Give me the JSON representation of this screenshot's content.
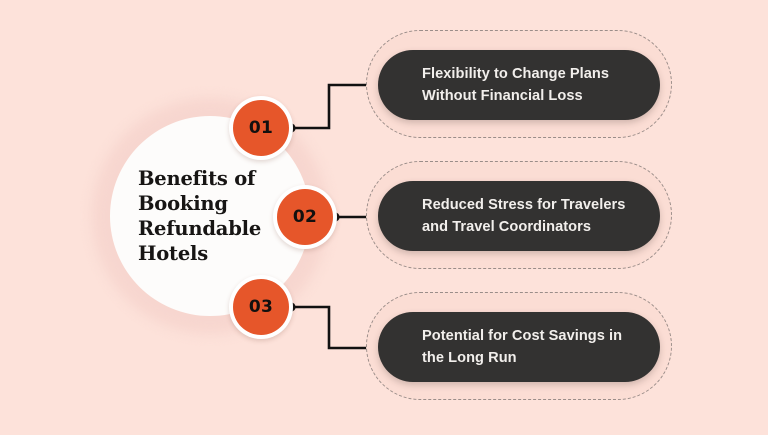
{
  "theme": {
    "background_color": "#FDE2DA",
    "halo_color": "#F7D6CF",
    "circle_color": "#FDFCFB",
    "accent_color": "#E6562A",
    "card_color": "#333231",
    "card_text_color": "#F2EFEC",
    "dashed_outline_color": "#9A8D89",
    "title_color": "#171514",
    "connector_color": "#111111"
  },
  "center": {
    "title": "Benefits of\nBooking\nRefundable\nHotels"
  },
  "items": [
    {
      "number": "01",
      "text": "Flexibility to Change Plans\nWithout Financial Loss"
    },
    {
      "number": "02",
      "text": "Reduced Stress for Travelers\nand Travel Coordinators"
    },
    {
      "number": "03",
      "text": "Potential for Cost Savings in\nthe Long Run"
    }
  ]
}
